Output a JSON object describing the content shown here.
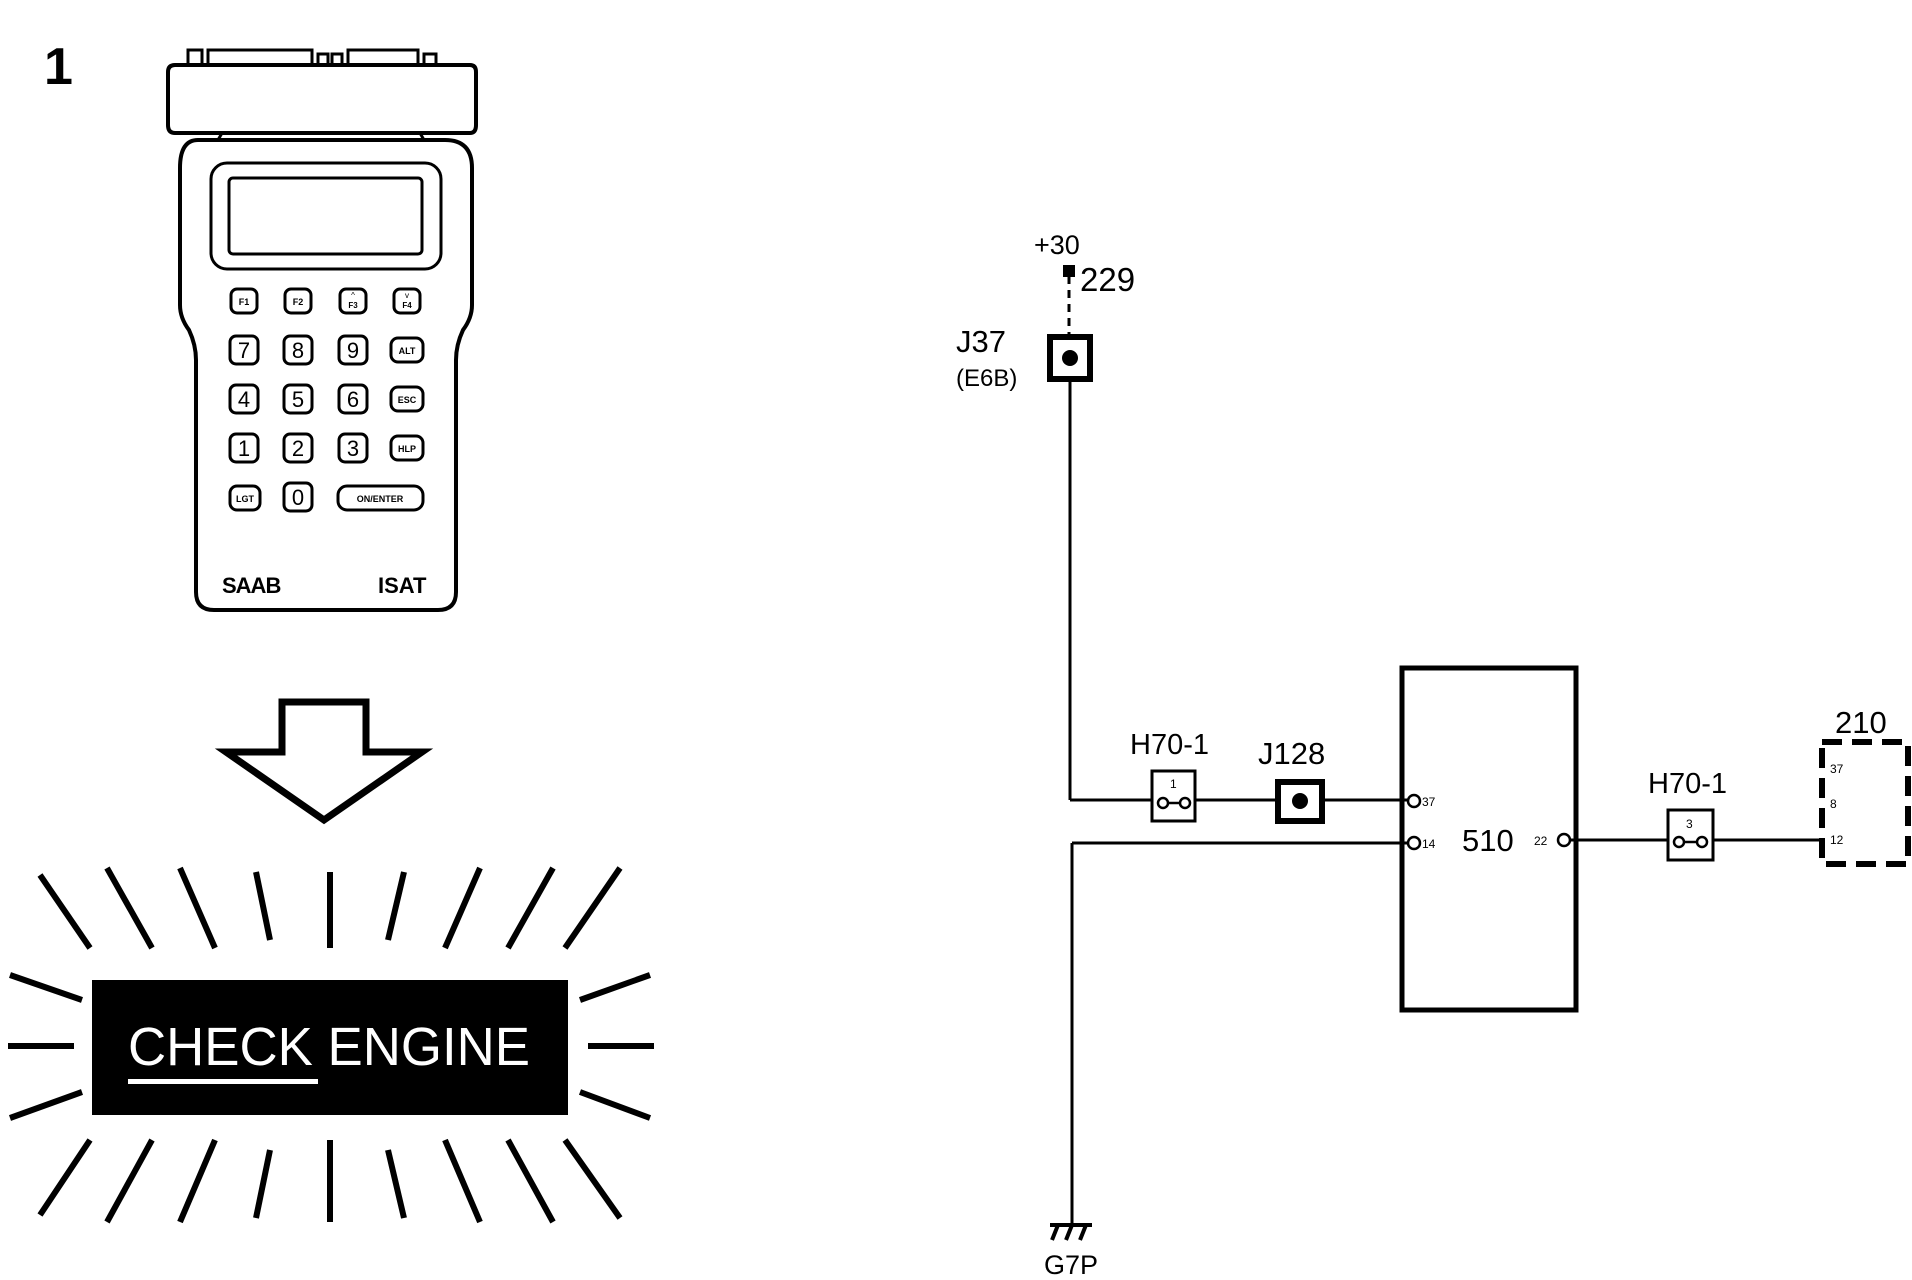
{
  "figure_number": "1",
  "tool": {
    "brand": "SAAB",
    "model": "ISAT",
    "keys": {
      "row1": [
        "F1",
        "F2",
        "F3",
        "F4"
      ],
      "row2": [
        "7",
        "8",
        "9",
        "ALT"
      ],
      "row3": [
        "4",
        "5",
        "6",
        "ESC"
      ],
      "row4": [
        "1",
        "2",
        "3",
        "HLP"
      ],
      "row5": [
        "LGT",
        "0",
        "ON/ENTER"
      ]
    }
  },
  "warning_lamp": {
    "text": "CHECK ENGINE"
  },
  "schematic": {
    "supply_label": "+30",
    "fuse_label": "229",
    "junction_top_label": "J37",
    "junction_top_sublabel": "(E6B)",
    "connector1_label": "H70-1",
    "connector1_pin": "1",
    "junction_mid_label": "J128",
    "ecu_label": "510",
    "ecu_pin_a": "37",
    "ecu_pin_b": "14",
    "ecu_pin_out": "22",
    "connector2_label": "H70-1",
    "connector2_pin": "3",
    "instrument_label": "210",
    "instrument_pins": [
      "37",
      "8",
      "12"
    ],
    "ground_label": "G7P"
  },
  "colors": {
    "ink": "#000000",
    "paper": "#ffffff",
    "lamp_fill": "#000000",
    "lamp_text": "#ffffff"
  }
}
